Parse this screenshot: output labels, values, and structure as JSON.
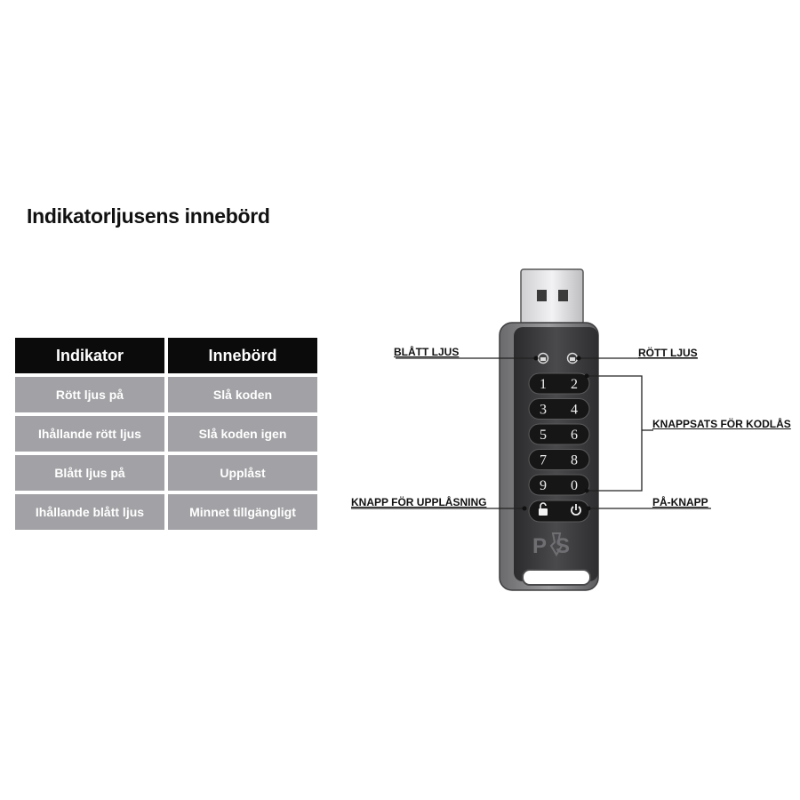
{
  "title": "Indikatorljusens innebörd",
  "table": {
    "headers": [
      "Indikator",
      "Innebörd"
    ],
    "rows": [
      [
        "Rött ljus på",
        "Slå koden"
      ],
      [
        "Ihållande rött ljus",
        "Slå koden igen"
      ],
      [
        "Blått ljus på",
        "Upplåst"
      ],
      [
        "Ihållande blått ljus",
        "Minnet tillgängligt"
      ]
    ]
  },
  "device": {
    "logo": "PS",
    "keys": [
      [
        "1",
        "2"
      ],
      [
        "3",
        "4"
      ],
      [
        "5",
        "6"
      ],
      [
        "7",
        "8"
      ],
      [
        "9",
        "0"
      ]
    ],
    "callouts": {
      "blue_light": "BLÅTT LJUS",
      "red_light": "RÖTT LJUS",
      "keypad": "KNAPPSATS FÖR KODLÅS",
      "unlock_button": "KNAPP FÖR UPPLÅSNING",
      "power_button": "PÅ-KNAPP"
    }
  },
  "colors": {
    "header_bg": "#0b0b0b",
    "cell_bg": "#a2a2a6",
    "device_body": "#3a3a3c",
    "key_bg": "#161616"
  }
}
